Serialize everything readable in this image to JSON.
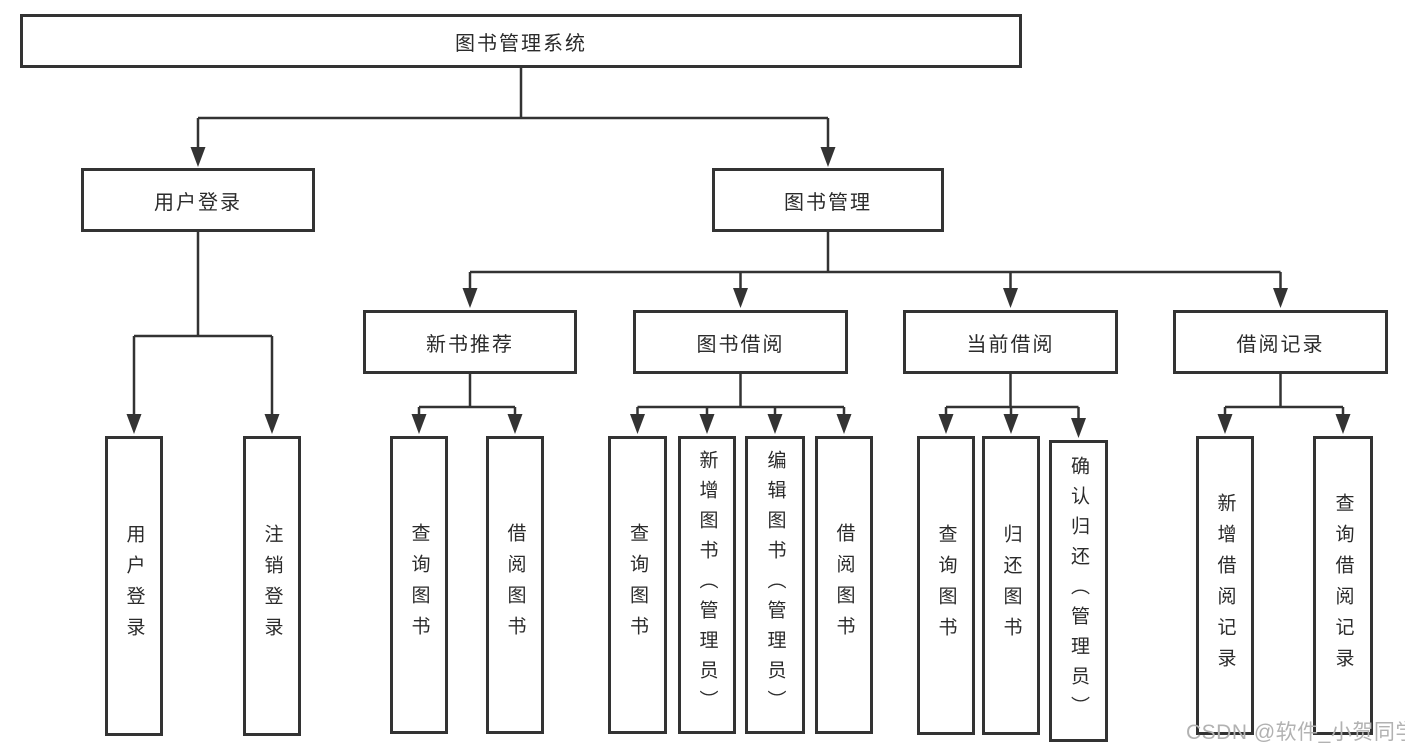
{
  "root": {
    "label": "图书管理系统"
  },
  "branches": [
    {
      "label": "用户登录",
      "children": [
        {
          "label": "用户登录"
        },
        {
          "label": "注销登录"
        }
      ]
    },
    {
      "label": "图书管理",
      "children": [
        {
          "label": "新书推荐",
          "children": [
            {
              "label": "查询图书"
            },
            {
              "label": "借阅图书"
            }
          ]
        },
        {
          "label": "图书借阅",
          "children": [
            {
              "label": "查询图书"
            },
            {
              "label": "新增图书（管理员）"
            },
            {
              "label": "编辑图书（管理员）"
            },
            {
              "label": "借阅图书"
            }
          ]
        },
        {
          "label": "当前借阅",
          "children": [
            {
              "label": "查询图书"
            },
            {
              "label": "归还图书"
            },
            {
              "label": "确认归还（管理员）"
            }
          ]
        },
        {
          "label": "借阅记录",
          "children": [
            {
              "label": "新增借阅记录"
            },
            {
              "label": "查询借阅记录"
            }
          ]
        }
      ]
    }
  ],
  "watermark": "CSDN @软件_小贺同学",
  "colors": {
    "line": "#333333",
    "text": "#2b2b2b",
    "watermark": "#b2b2b2",
    "background": "#ffffff"
  }
}
